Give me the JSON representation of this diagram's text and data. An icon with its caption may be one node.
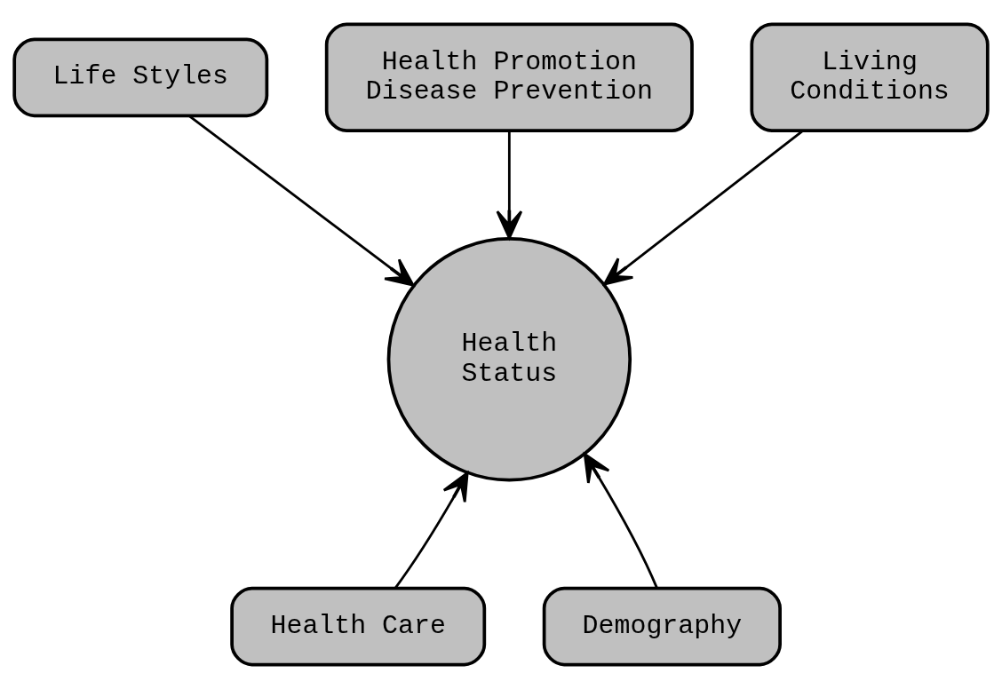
{
  "diagram": {
    "nodes": [
      {
        "text": [
          "Life Styles"
        ]
      },
      {
        "text": [
          "Health Promotion Disease Prevention"
        ]
      },
      {
        "text": [
          "Living Conditions"
        ]
      },
      {
        "text": [
          "Health Status"
        ]
      },
      {
        "text": [
          "Health Care"
        ]
      },
      {
        "text": [
          "Demography"
        ]
      }
    ],
    "edges": [
      {
        "from": 0,
        "to": 3,
        "arrow": "to"
      },
      {
        "from": 1,
        "to": 3,
        "arrow": "to"
      },
      {
        "from": 2,
        "to": 3,
        "arrow": "to"
      },
      {
        "from": 4,
        "to": 3,
        "arrow": "to"
      },
      {
        "from": 5,
        "to": 3,
        "arrow": "to"
      }
    ]
  }
}
